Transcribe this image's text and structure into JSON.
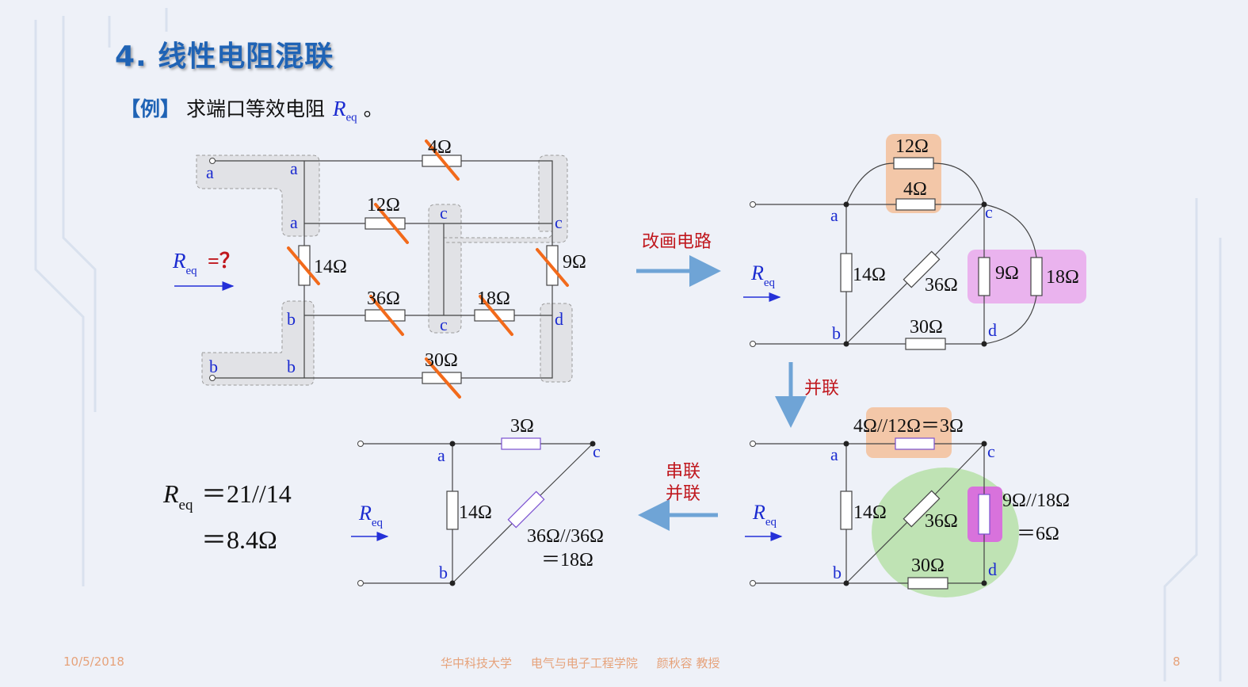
{
  "title": "4. 线性电阻混联",
  "example": {
    "tag": "【例】",
    "text": "求端口等效电阻",
    "symbol": "R",
    "sub": "eq",
    "end": "。"
  },
  "nodes": {
    "a": "a",
    "b": "b",
    "c": "c",
    "d": "d"
  },
  "resistors": {
    "r4": "4Ω",
    "r12": "12Ω",
    "r14": "14Ω",
    "r9": "9Ω",
    "r36": "36Ω",
    "r18": "18Ω",
    "r30": "30Ω",
    "r3": "3Ω"
  },
  "port": {
    "symbol": "R",
    "sub": "eq",
    "query": "=？"
  },
  "arrows": {
    "redraw": "改画电路",
    "parallel": "并联",
    "series": "串联",
    "parallel2": "并联"
  },
  "formulas": {
    "f1": "4Ω//12Ω＝3Ω",
    "f2a": "9Ω//18Ω",
    "f2b": "＝6Ω",
    "f3a": "36Ω//36Ω",
    "f3b": "＝18Ω",
    "result_eq1": "＝21//14",
    "result_eq2": "＝8.4Ω"
  },
  "colors": {
    "title": "#1f63b5",
    "label": "#1b2bd0",
    "strike": "#f26a1b",
    "red": "#c0181e",
    "peach": "#f3c7a8",
    "pink": "#eab3ee",
    "green": "#bfe3b4",
    "flow_arrow": "#6fa4d6"
  },
  "footer": {
    "date": "10/5/2018",
    "org": "华中科技大学     电气与电子工程学院     颜秋容 教授",
    "page": "8"
  }
}
